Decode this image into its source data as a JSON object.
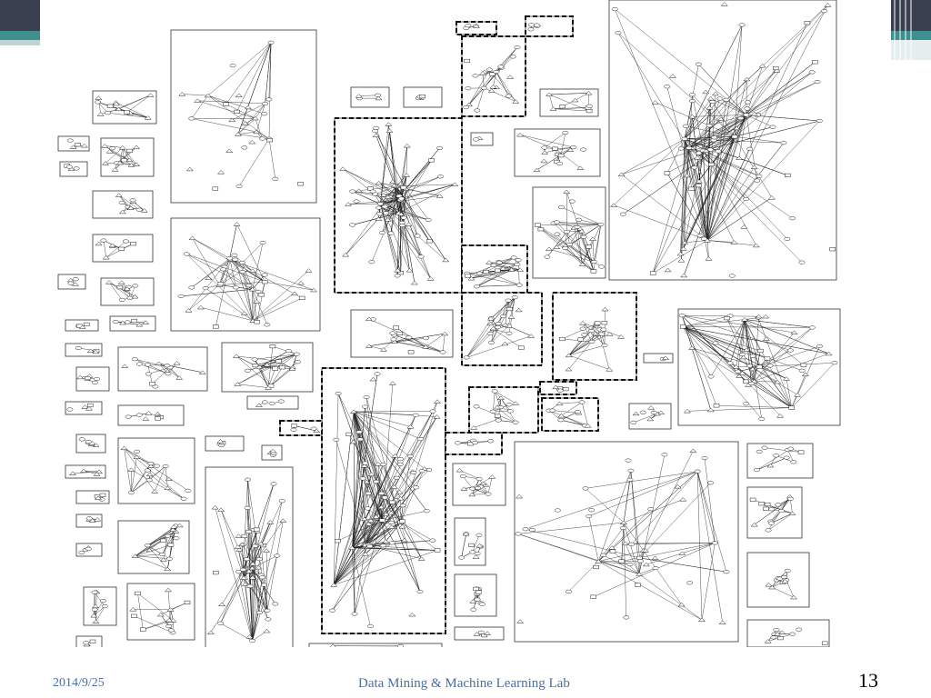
{
  "slide": {
    "date": "2014/9/25",
    "title": "Data Mining & Machine Learning Lab",
    "page_number": "13"
  },
  "figure": {
    "description_icon": "network-components-figure"
  },
  "colors": {
    "footer_text": "#4a6fa5",
    "deco_dark": "#3a3f4f",
    "deco_teal": "#3f8f8f",
    "deco_light": "#bcd4d4"
  }
}
